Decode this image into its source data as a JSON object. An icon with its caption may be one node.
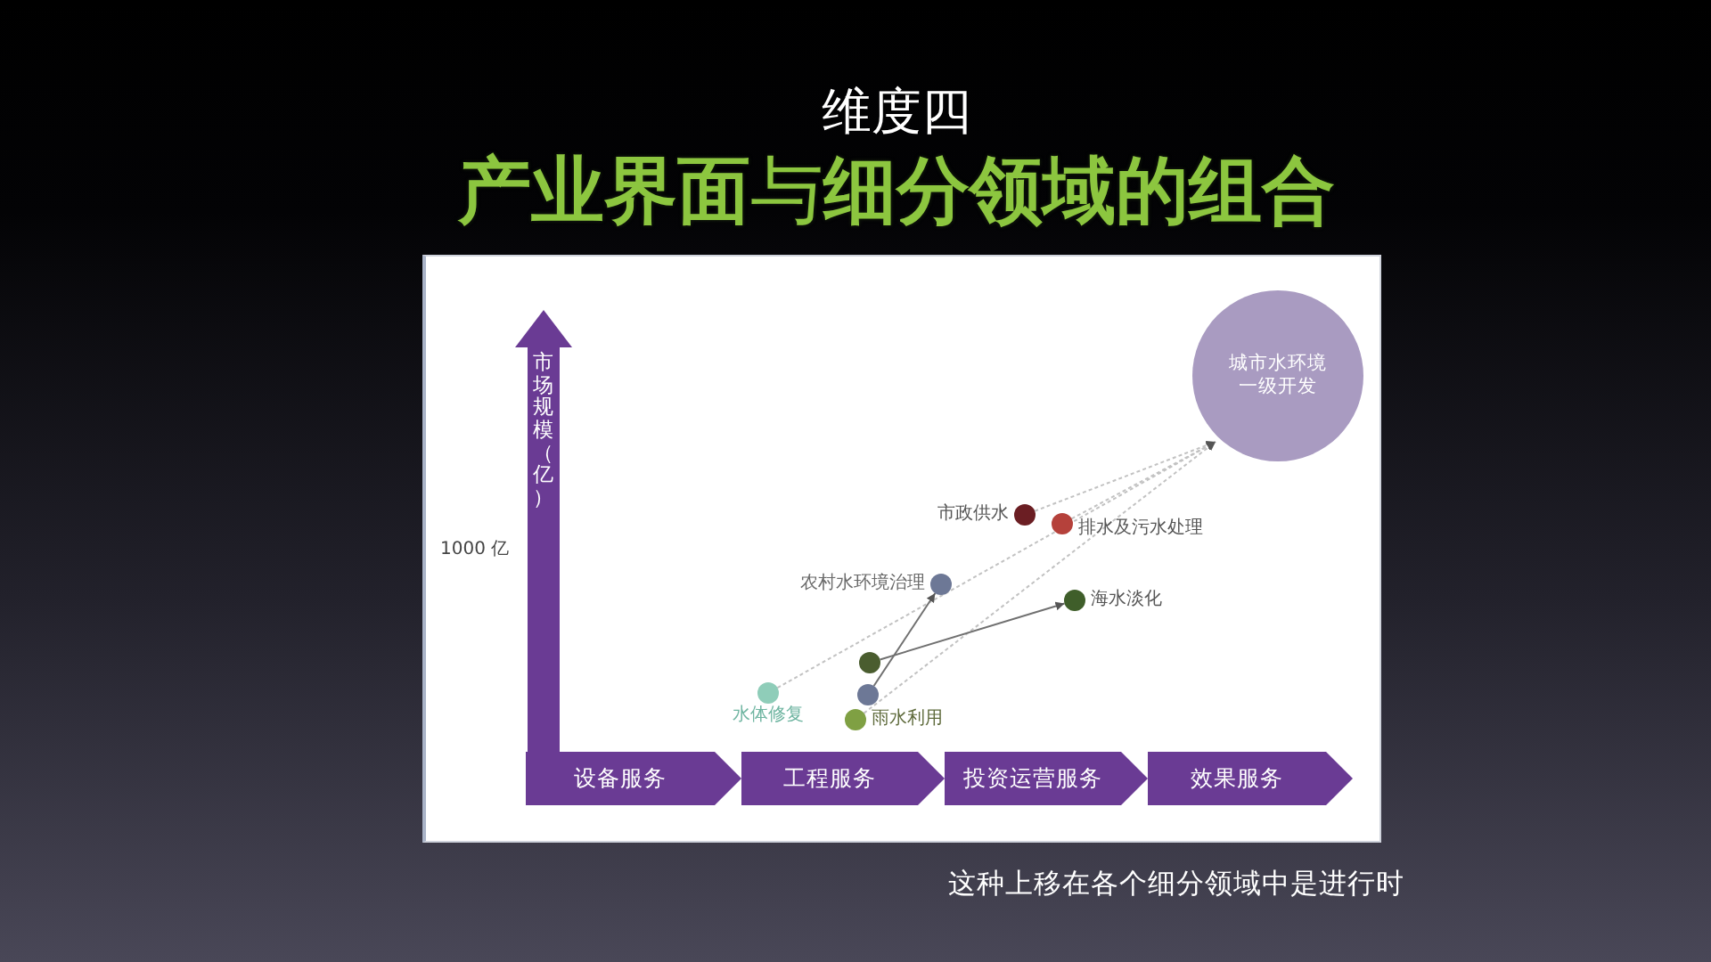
{
  "diagram": {
    "title": "**产业界面**与**细分领域的组合**",
    "caption": "这种上移在各个细分领域中是进行时",
    "nodes": [
      {
        "text": [
          "城市水环境一级开发"
        ]
      },
      {
        "text": [],
        "shape": "circle",
        "beside": [
          "市政供水"
        ]
      },
      {
        "text": [],
        "shape": "circle",
        "beside": [
          "排水及污水处理"
        ]
      },
      {
        "text": [],
        "shape": "circle",
        "beside": [
          "农村水环境治理"
        ]
      },
      {
        "text": [],
        "shape": "circle",
        "beside": [
          "海水淡化"
        ]
      },
      {
        "text": [],
        "shape": "circle"
      },
      {
        "text": [],
        "shape": "circle"
      },
      {
        "text": [],
        "shape": "circle",
        "beside": [
          "水体修复"
        ]
      },
      {
        "text": [],
        "shape": "circle",
        "beside": [
          "雨水利用"
        ]
      },
      {
        "text": [
          "设备服务"
        ]
      },
      {
        "text": [
          "工程服务"
        ]
      },
      {
        "text": [
          "投资运营服务"
        ]
      },
      {
        "text": [
          "效果服务"
        ]
      }
    ],
    "edges": [
      {
        "from": 7,
        "to": 0,
        "arrow": "to",
        "style": "dashed"
      },
      {
        "from": 8,
        "to": 0,
        "arrow": "to",
        "style": "dashed"
      },
      {
        "from": 1,
        "to": 0,
        "arrow": "to",
        "style": "dashed"
      },
      {
        "from": 2,
        "to": 0,
        "arrow": "to",
        "style": "dashed"
      },
      {
        "from": 5,
        "to": 4,
        "arrow": "to",
        "color": "#707070"
      },
      {
        "from": 6,
        "to": 3,
        "arrow": "to",
        "color": "#707070"
      }
    ],
    "labels": [
      "维度四",
      "市场规模（亿）",
      "1000 亿"
    ]
  }
}
